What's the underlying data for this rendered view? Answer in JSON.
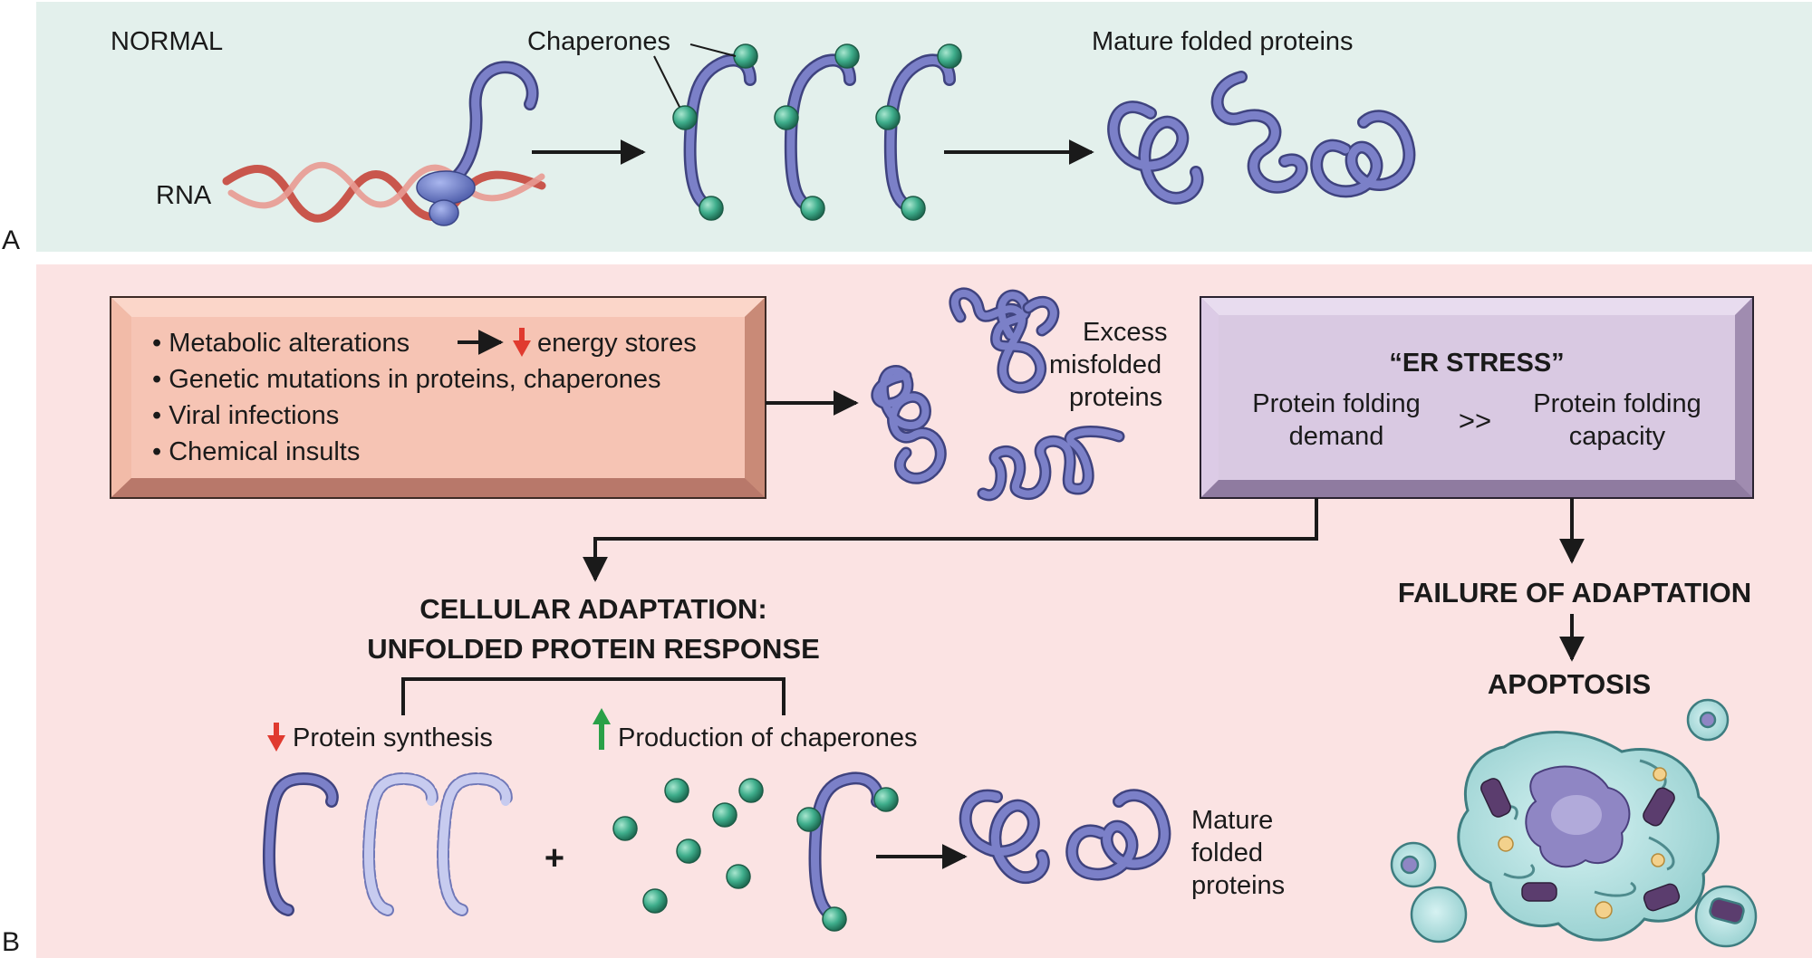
{
  "panel_a": {
    "letter": "A",
    "normal_label": "NORMAL",
    "rna_label": "RNA",
    "chaperones_label": "Chaperones",
    "mature_label": "Mature folded proteins"
  },
  "panel_b": {
    "letter": "B",
    "causes": [
      "• Metabolic alterations",
      "energy stores",
      "• Genetic mutations in proteins, chaperones",
      "• Viral infections",
      "• Chemical insults"
    ],
    "misfolded_label": [
      "Excess",
      "misfolded",
      "proteins"
    ],
    "er_stress": {
      "title": "“ER STRESS”",
      "left": [
        "Protein folding",
        "demand"
      ],
      "operator": ">>",
      "right": [
        "Protein folding",
        "capacity"
      ]
    },
    "adaptation_title": [
      "CELLULAR ADAPTATION:",
      "UNFOLDED PROTEIN RESPONSE"
    ],
    "protein_synthesis": "Protein synthesis",
    "chaperone_production": "Production of chaperones",
    "plus": "+",
    "mature_label": [
      "Mature",
      "folded",
      "proteins"
    ],
    "failure_label": "FAILURE OF ADAPTATION",
    "apoptosis_label": "APOPTOSIS"
  },
  "colors": {
    "panel_a_bg": "#e3f0ec",
    "panel_b_bg": "#fbe3e3",
    "causes_box": "#f6c4b4",
    "er_box": "#d9c9e2",
    "protein": "#6a6fb8",
    "chaperone": "#3fae8c",
    "rna": "#d9736a",
    "arrow_down": "#e03a2f",
    "arrow_up": "#2aa048"
  }
}
